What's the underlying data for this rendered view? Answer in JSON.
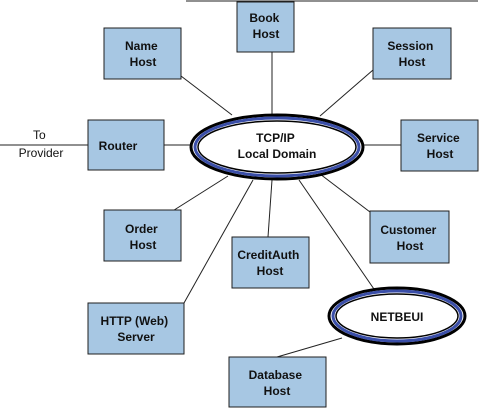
{
  "nodes": {
    "book": [
      "Book",
      "Host"
    ],
    "name": [
      "Name",
      "Host"
    ],
    "session": [
      "Session",
      "Host"
    ],
    "router": [
      "Router"
    ],
    "service": [
      "Service",
      "Host"
    ],
    "order": [
      "Order",
      "Host"
    ],
    "creditauth": [
      "CreditAuth",
      "Host"
    ],
    "customer": [
      "Customer",
      "Host"
    ],
    "http": [
      "HTTP (Web)",
      "Server"
    ],
    "database": [
      "Database",
      "Host"
    ]
  },
  "hubs": {
    "tcpip": [
      "TCP/IP",
      "Local Domain"
    ],
    "netbeui": [
      "NETBEUI"
    ]
  },
  "provider_label": [
    "To",
    "Provider"
  ],
  "colors": {
    "box_fill": "#a7c7e3",
    "ring_blue": "#3a4ea8"
  }
}
